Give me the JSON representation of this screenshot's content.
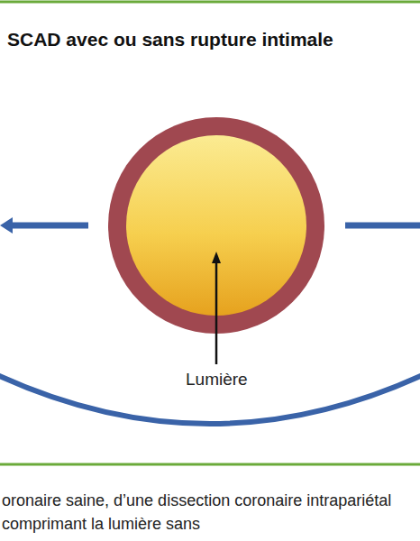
{
  "diagram": {
    "title": "SCAD avec ou sans rupture intimale",
    "caption": "oronaire saine, d’une dissection coronaire intrapariétal comprimant la lumière sans",
    "labels": [
      "Lumière"
    ]
  }
}
